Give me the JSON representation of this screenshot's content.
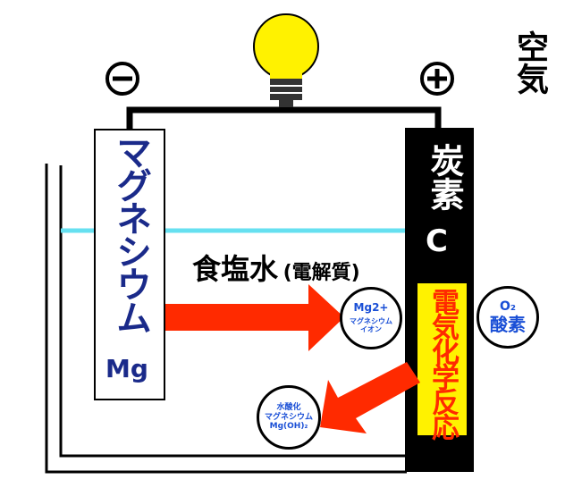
{
  "air_label": "空気",
  "minus_symbol": "−",
  "plus_symbol": "+",
  "magnesium_electrode": {
    "name": "マグネシウム",
    "symbol": "Mg"
  },
  "carbon_electrode": {
    "name": "炭素",
    "symbol": "C"
  },
  "electrolyte": {
    "name": "食塩水",
    "note": "(電解質)"
  },
  "reaction_label": "電気化学反応",
  "mg_ion": {
    "formula": "Mg2+",
    "name_line1": "マグネシウム",
    "name_line2": "イオン"
  },
  "oxygen": {
    "formula": "O₂",
    "name": "酸素"
  },
  "hydroxide": {
    "line1": "水酸化",
    "line2": "マグネシウム",
    "formula": "Mg(OH)₂"
  },
  "colors": {
    "arrow": "#ff2a00",
    "water": "#66e0f0",
    "bulb": "#fff200",
    "text_blue": "#1a4fd6",
    "electrode_blue": "#1a2a8a"
  }
}
